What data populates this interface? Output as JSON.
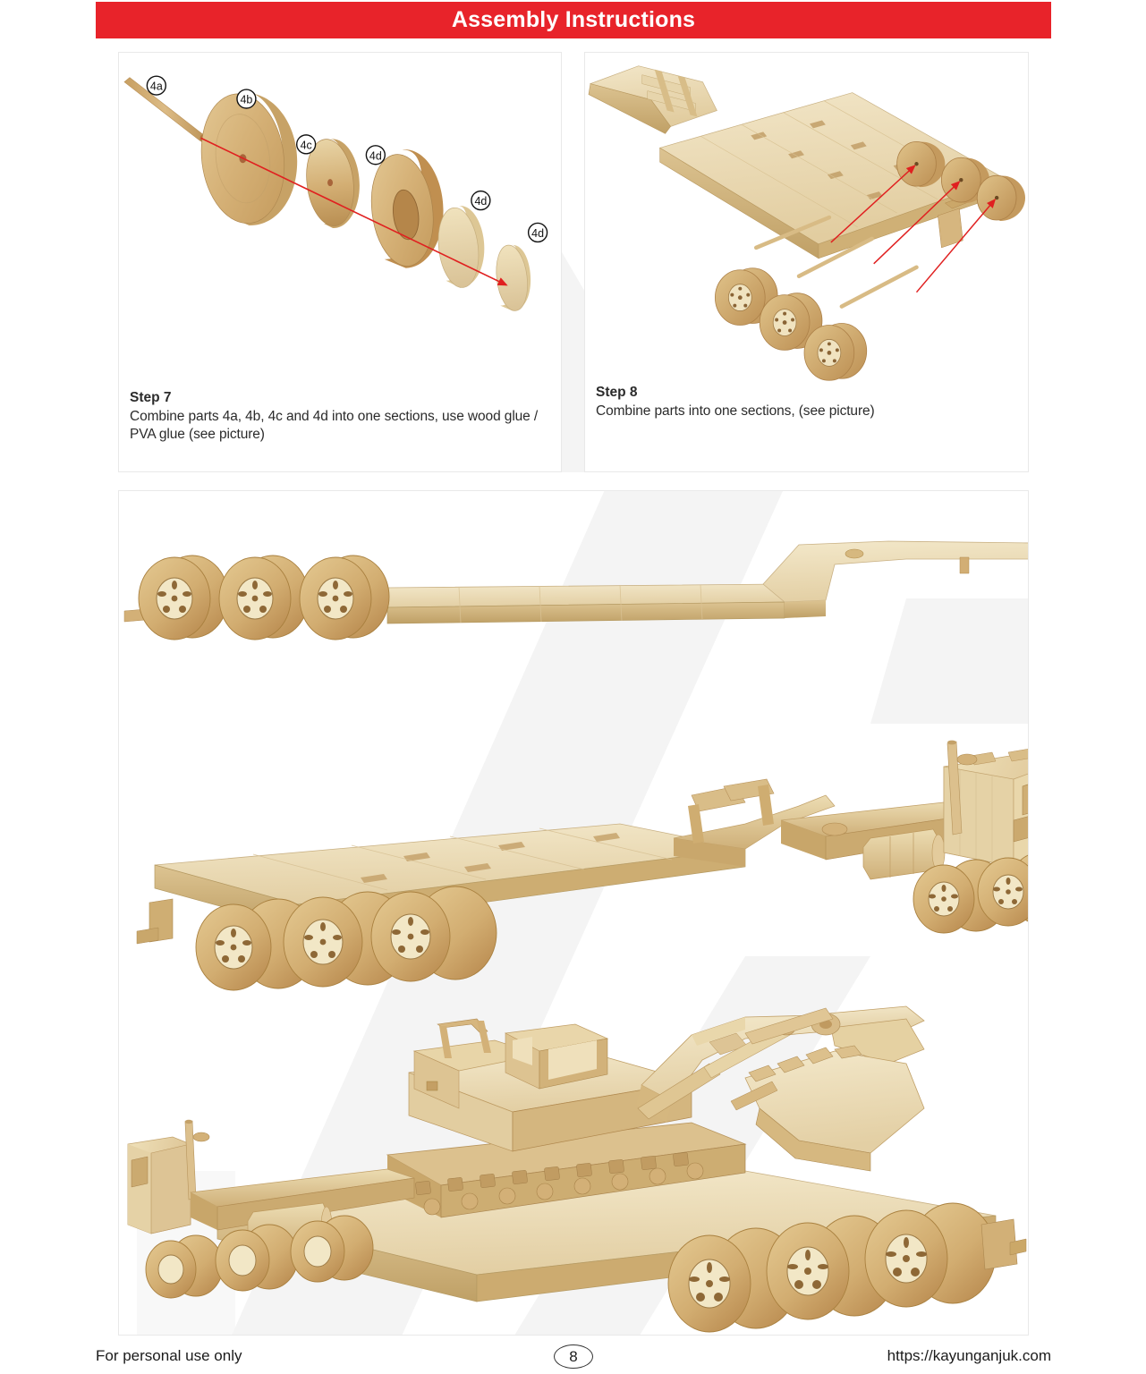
{
  "header": {
    "title": "Assembly Instructions",
    "banner_color": "#e8232a",
    "text_color": "#ffffff"
  },
  "steps": [
    {
      "id": "step-7",
      "label": "Step 7",
      "text": "Combine parts 4a, 4b, 4c and 4d into one sections, use wood glue / PVA glue (see picture)",
      "figure": {
        "kind": "exploded-axle-assembly",
        "description": "Exploded view of a wooden axle: dowel, large wheel disc, small disc and three spacer rings, with a red assembly arrow running through the centers.",
        "arrow_color": "#e02020",
        "part_callouts": [
          "4a",
          "4b",
          "4c",
          "4d",
          "4d",
          "4d"
        ]
      }
    },
    {
      "id": "step-8",
      "label": "Step 8",
      "text": "Combine parts into one sections, (see picture)",
      "figure": {
        "kind": "trailer-deck-and-axles",
        "description": "Lowboy trailer deck shown above three wheel-axle assemblies; three red arrows point from the axle ends up to the three loose outer wheels.",
        "arrow_color": "#e02020",
        "arrow_count": 3,
        "part_callouts": []
      }
    }
  ],
  "gallery": {
    "id": "finished-model-gallery",
    "items": [
      {
        "id": "trailer-view",
        "description": "Completed wooden lowboy trailer with three rear axles and gooseneck."
      },
      {
        "id": "truck-and-trailer-view",
        "description": "Wooden truck tractor coupled to the lowboy trailer, three-quarter view."
      },
      {
        "id": "loaded-excavator-view",
        "description": "Truck and trailer carrying a wooden tracked excavator with boom, arm and bucket."
      }
    ]
  },
  "footer": {
    "left_text": "For personal use only",
    "page_number": "8",
    "url": "https://kayunganjuk.com"
  },
  "palette": {
    "wood_light": "#ead9b0",
    "wood_mid": "#d9bd88",
    "wood_dark": "#c29a5e",
    "wood_shadow": "#a87c43",
    "panel_border": "#e9e9e9",
    "watermark": "#f3f3f3",
    "callout_stroke": "#111111"
  }
}
